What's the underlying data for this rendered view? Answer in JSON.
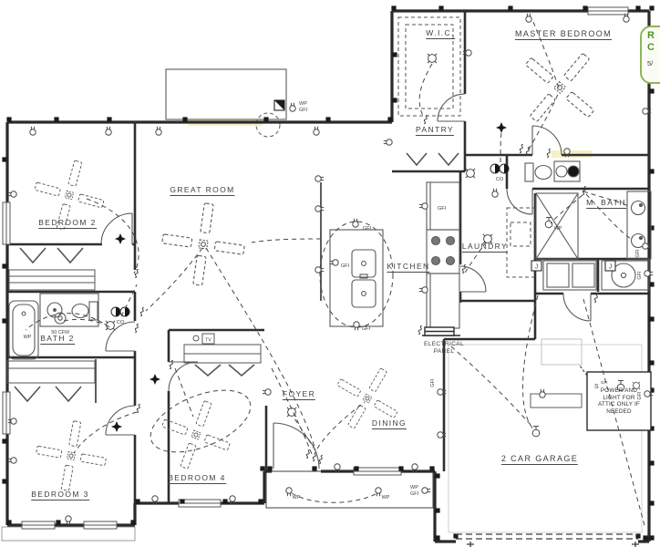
{
  "drawing": {
    "rooms": {
      "master_bedroom": {
        "label": "MASTER BEDROOM"
      },
      "wic": {
        "label": "W.I.C."
      },
      "pantry": {
        "label": "PANTRY"
      },
      "great_room": {
        "label": "GREAT ROOM"
      },
      "bedroom_2": {
        "label": "BEDROOM 2"
      },
      "bath_2": {
        "label": "BATH 2"
      },
      "bedroom_3": {
        "label": "BEDROOM 3"
      },
      "bedroom_4": {
        "label": "BEDROOM 4"
      },
      "foyer": {
        "label": "FOYER"
      },
      "dining": {
        "label": "DINING"
      },
      "kitchen": {
        "label": "KITCHEN"
      },
      "laundry": {
        "label": "LAUNDRY"
      },
      "m_bath": {
        "label": "M. BATH"
      },
      "garage": {
        "label": "2 CAR GARAGE"
      }
    },
    "annotations": {
      "cfm": "50 CFM",
      "co": "CO",
      "wp": "WP",
      "gfi": "GFI",
      "wp_gfi_line1": "WP",
      "wp_gfi_line2": "GFI",
      "j": "J",
      "tv": "TV",
      "s": "S",
      "electrical_panel": "ELECTRICAL\nPANEL",
      "attic_note": {
        "line1": "POWER AND",
        "line2": "LIGHT FOR",
        "line3": "ATTIC ONLY IF",
        "line4": "NEEDED"
      }
    },
    "badge": {
      "line1": "R",
      "line2": "C",
      "line3": "5/"
    },
    "colors": {
      "wall": "#2a2a2a",
      "fixture_line": "#5a5a5a",
      "wiring": "#474747",
      "faint": "#cfcfcf",
      "highlight": "#f6f0c4",
      "accent_green": "#4e9427",
      "badge_border": "#8cb855"
    }
  }
}
